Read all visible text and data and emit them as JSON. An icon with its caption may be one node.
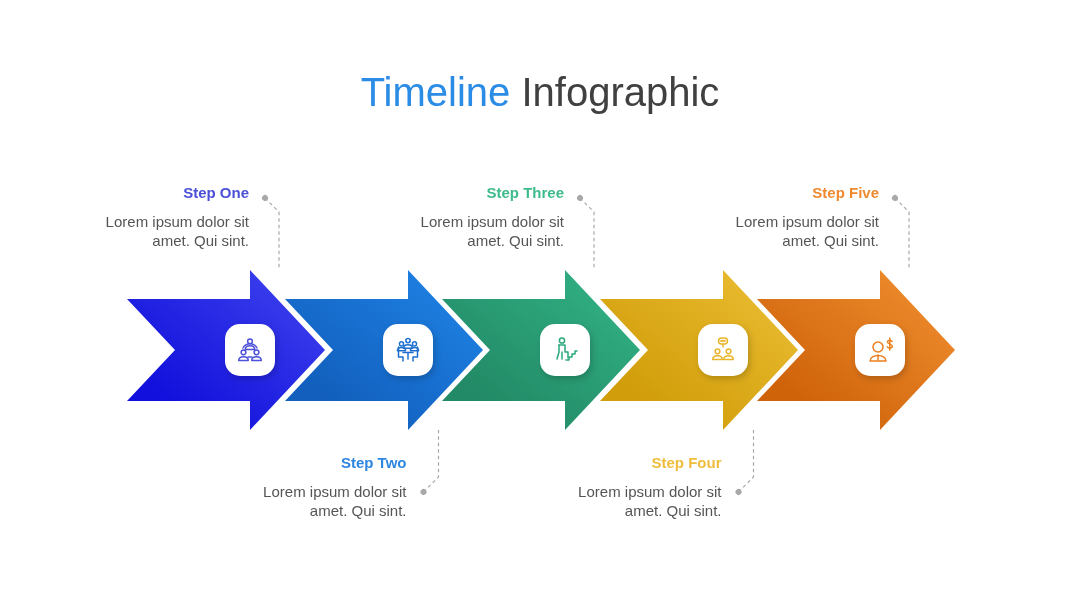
{
  "diagram": {
    "title": "Timeline Infographic",
    "nodes": [
      {
        "text": [
          "Step One",
          "Lorem ipsum dolor sit amet. Qui sint."
        ]
      },
      {
        "text": [
          "Step Three",
          "Lorem ipsum dolor sit amet. Qui sint."
        ]
      },
      {
        "text": [
          "Step Five",
          "Lorem ipsum dolor sit amet. Qui sint."
        ]
      },
      {
        "text": [],
        "shape": "arrow"
      },
      {
        "text": [],
        "shape": "arrow"
      },
      {
        "text": [],
        "shape": "arrow"
      },
      {
        "text": [],
        "shape": "arrow"
      },
      {
        "text": [],
        "shape": "arrow"
      },
      {
        "text": [
          "Step Two",
          "Lorem ipsum dolor sit amet. Qui sint."
        ]
      },
      {
        "text": [
          "Step Four",
          "Lorem ipsum dolor sit amet. Qui sint."
        ]
      }
    ],
    "edges": [
      {
        "from": 0,
        "to": 3,
        "arrow": "other",
        "style": "dashed"
      },
      {
        "from": 8,
        "to": 4,
        "arrow": "other",
        "style": "dashed"
      },
      {
        "from": 1,
        "to": 5,
        "arrow": "other",
        "style": "dashed"
      },
      {
        "from": 9,
        "to": 6,
        "arrow": "other",
        "style": "dashed"
      },
      {
        "from": 2,
        "to": 7,
        "arrow": "other",
        "style": "dashed"
      }
    ]
  }
}
